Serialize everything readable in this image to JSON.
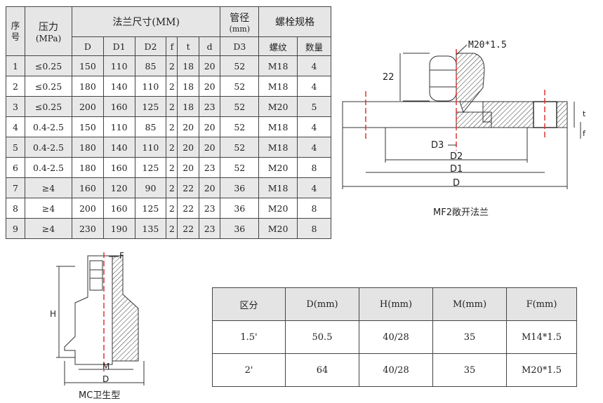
{
  "spec_table": {
    "headers": {
      "seq": "序号",
      "pressure": "压力",
      "pressure_unit": "(MPa)",
      "flange": "法兰尺寸(MM)",
      "pipe": "管径",
      "pipe_unit": "(mm)",
      "bolt": "螺栓规格"
    },
    "subheaders": [
      "D",
      "D1",
      "D2",
      "f",
      "t",
      "d",
      "D3",
      "螺纹",
      "数量"
    ],
    "rows": [
      [
        "1",
        "≤0.25",
        "150",
        "110",
        "85",
        "2",
        "18",
        "20",
        "52",
        "M18",
        "4"
      ],
      [
        "2",
        "≤0.25",
        "180",
        "140",
        "110",
        "2",
        "18",
        "20",
        "52",
        "M18",
        "4"
      ],
      [
        "3",
        "≤0.25",
        "200",
        "160",
        "125",
        "2",
        "18",
        "23",
        "52",
        "M20",
        "5"
      ],
      [
        "4",
        "0.4-2.5",
        "150",
        "110",
        "85",
        "2",
        "20",
        "20",
        "52",
        "M18",
        "4"
      ],
      [
        "5",
        "0.4-2.5",
        "180",
        "140",
        "110",
        "2",
        "20",
        "20",
        "52",
        "M18",
        "4"
      ],
      [
        "6",
        "0.4-2.5",
        "180",
        "160",
        "125",
        "2",
        "20",
        "23",
        "52",
        "M20",
        "8"
      ],
      [
        "7",
        "≥4",
        "160",
        "120",
        "90",
        "2",
        "22",
        "20",
        "36",
        "M18",
        "4"
      ],
      [
        "8",
        "≥4",
        "200",
        "160",
        "125",
        "2",
        "22",
        "23",
        "36",
        "M20",
        "8"
      ],
      [
        "9",
        "≥4",
        "230",
        "190",
        "135",
        "2",
        "22",
        "23",
        "36",
        "M20",
        "8"
      ]
    ]
  },
  "mc_table": {
    "headers": [
      "区分",
      "D(mm)",
      "H(mm)",
      "M(mm)",
      "F(mm)"
    ],
    "rows": [
      [
        "1.5'",
        "50.5",
        "40/28",
        "35",
        "M14*1.5"
      ],
      [
        "2'",
        "64",
        "40/28",
        "35",
        "M20*1.5"
      ]
    ]
  },
  "mf2_drawing": {
    "caption": "MF2敞开法兰",
    "thread": "M20*1.5",
    "h22": "22",
    "d3": "D3",
    "d2": "D2",
    "d1": "D1",
    "d": "D",
    "t": "t",
    "f": "f"
  },
  "mc_drawing": {
    "caption": "MC卫生型",
    "f": "F",
    "h": "H",
    "m": "M",
    "d": "D"
  }
}
